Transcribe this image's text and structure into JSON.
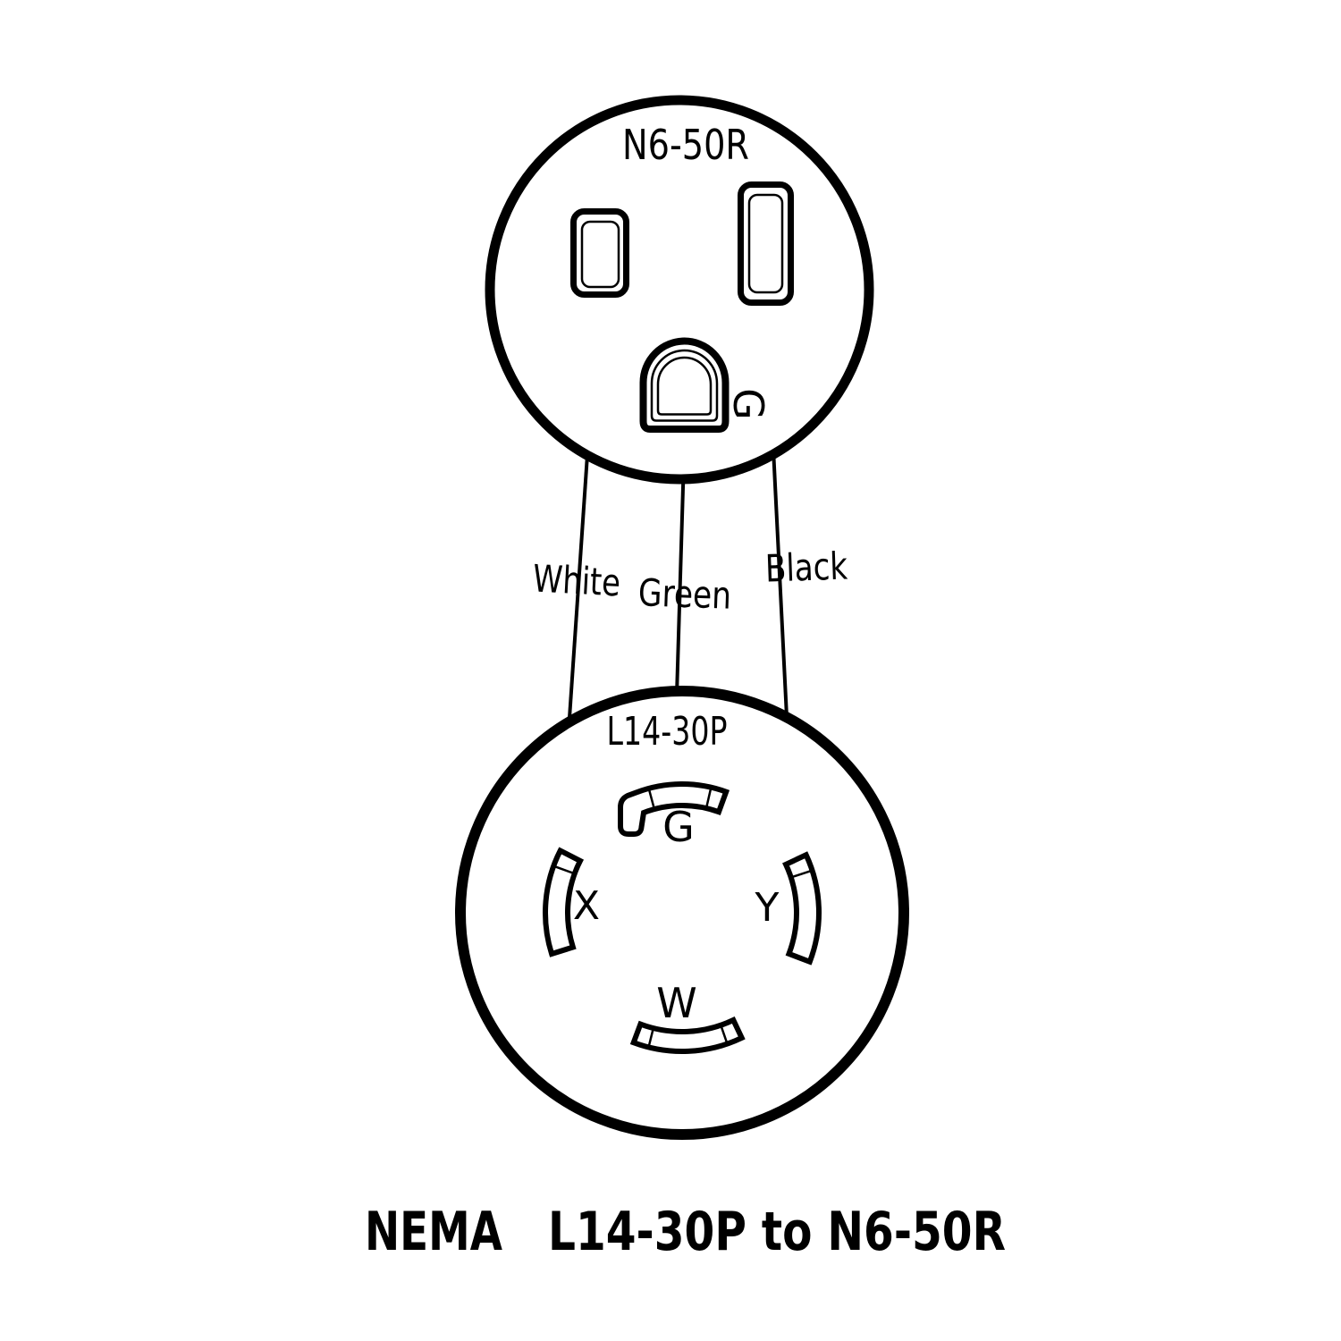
{
  "colors": {
    "ink": "#000000",
    "paper": "#ffffff"
  },
  "receptacle": {
    "type_label": "N6-50R",
    "ground_label": "G"
  },
  "plug": {
    "type_label": "L14-30P",
    "ground_label": "G",
    "x_label": "X",
    "y_label": "Y",
    "w_label": "W"
  },
  "wires": {
    "white": "White",
    "green": "Green",
    "black": "Black"
  },
  "title": {
    "prefix": "NEMA",
    "connector": "L14-30P to N6-50R"
  }
}
